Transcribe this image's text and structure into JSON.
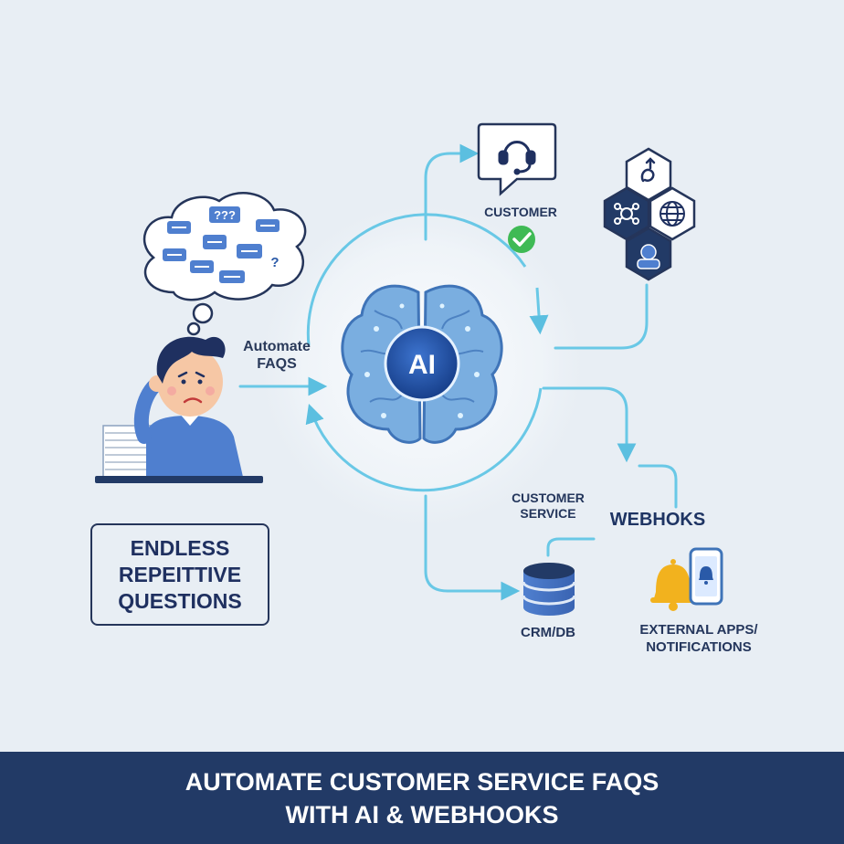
{
  "labels": {
    "automate_faqs": "Automate\nFAQS",
    "ai": "AI",
    "customer": "CUSTOMER",
    "customer_service": "CUSTOMER\nSERVICE",
    "webhooks": "WEBHOKS",
    "crm_db": "CRM/DB",
    "external_apps": "EXTERNAL APPS/\nNOTIFICATIONS",
    "endless_questions": "ENDLESS\nREPEITTIVE\nQUESTIONS",
    "bubble_q1": "???",
    "bubble_q2": "?",
    "footer_title": "AUTOMATE CUSTOMER SERVICE FAQS\nWITH AI & WEBHOOKS"
  },
  "colors": {
    "background": "#e8eef4",
    "navy": "#223a66",
    "flow_line": "#69c8e6",
    "brain_blue": "#6ea0d4",
    "ai_core": "#1f4ea0",
    "success_green": "#3fba55",
    "bell_gold": "#f2b21e",
    "worker_shirt": "#4f7fcf"
  },
  "icons": {
    "headset": "headset-icon",
    "check": "check-circle-icon",
    "hex_cluster": "integrations-hex-icon",
    "database": "database-icon",
    "bell": "bell-icon",
    "phone": "phone-notification-icon",
    "brain": "brain-icon"
  }
}
